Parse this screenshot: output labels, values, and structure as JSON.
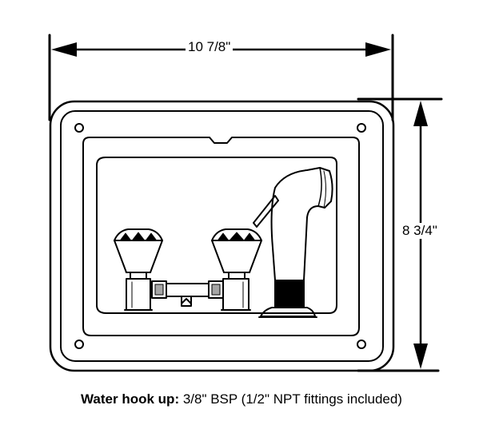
{
  "dimensions": {
    "width": "10 7/8\"",
    "height": "8 3/4\""
  },
  "caption": {
    "label": "Water hook up:",
    "text": " 3/8\" BSP (1/2\" NPT fittings included)"
  },
  "colors": {
    "line": "#000000",
    "background": "#ffffff"
  }
}
